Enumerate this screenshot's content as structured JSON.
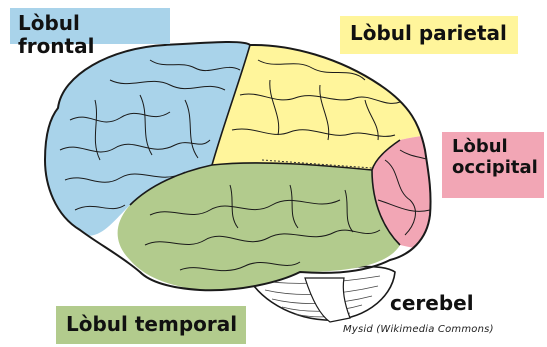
{
  "labels": {
    "frontal": "Lòbul frontal",
    "parietal": "Lòbul parietal",
    "occipital_line1": "Lòbul",
    "occipital_line2": "occipital",
    "temporal": "Lòbul temporal",
    "cerebel": "cerebel"
  },
  "credit": "Mysid (Wikimedia Commons)",
  "colors": {
    "frontal": "#a9d3ea",
    "parietal": "#fff59b",
    "occipital": "#f2a6b5",
    "temporal": "#b2cb8d",
    "cerebellum": "#ffffff",
    "outline": "#1a1a1a"
  }
}
